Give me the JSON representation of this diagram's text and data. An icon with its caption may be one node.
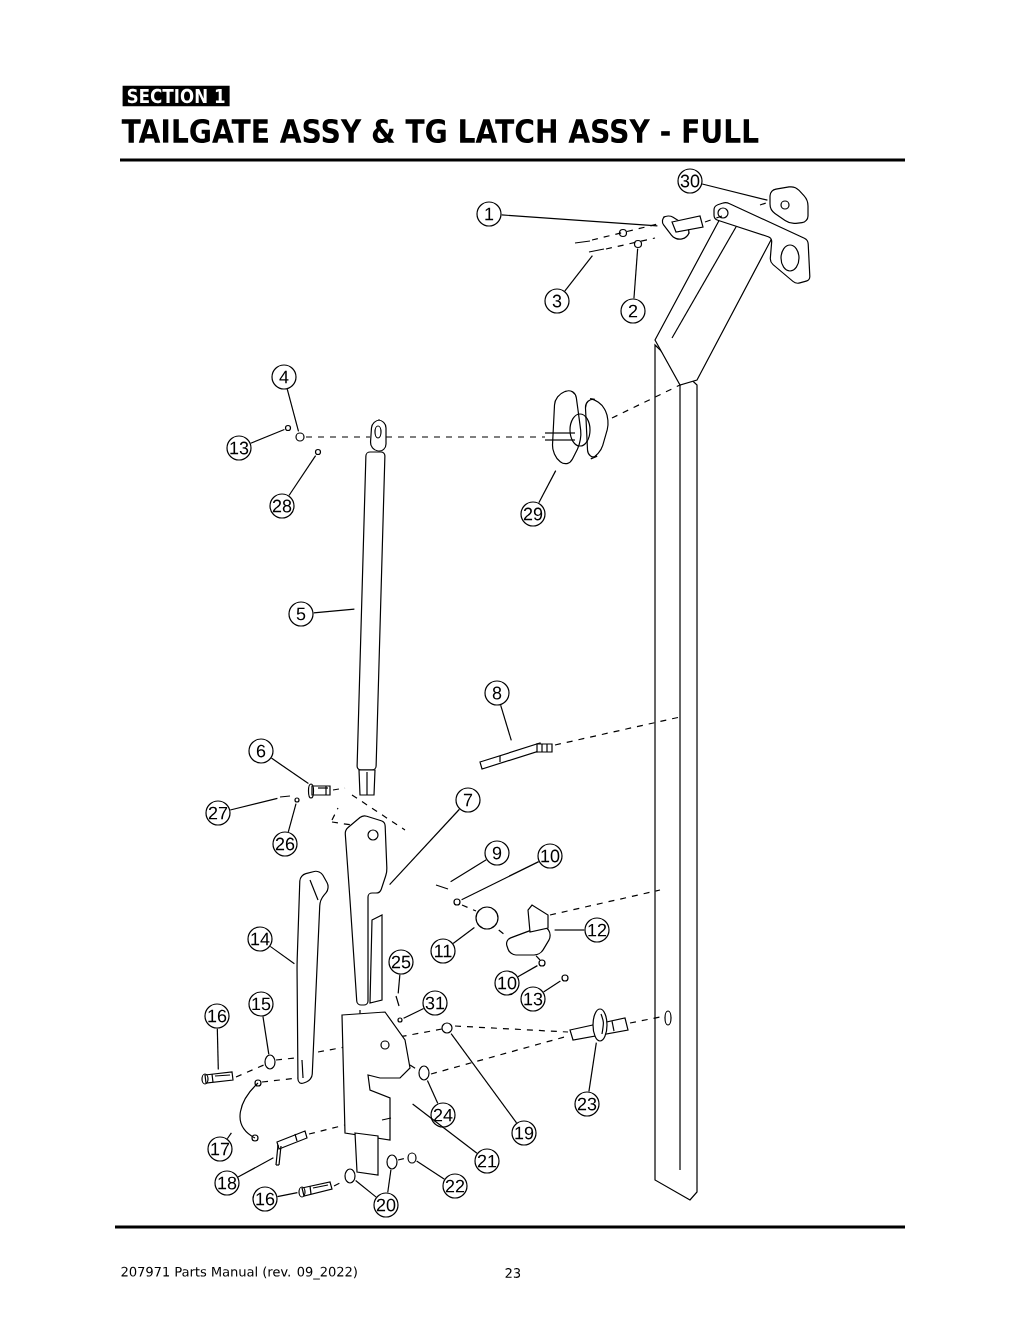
{
  "diagram": {
    "title": "TAILGATE ASSY & TG LATCH ASSY - FULL",
    "nodes": [
      {
        "text": [
          "30"
        ]
      },
      {
        "text": [
          "1"
        ]
      },
      {
        "text": [
          "3"
        ]
      },
      {
        "text": [
          "2"
        ]
      },
      {
        "text": [
          "4"
        ]
      },
      {
        "text": [
          "13"
        ]
      },
      {
        "text": [
          "28"
        ]
      },
      {
        "text": [
          "29"
        ]
      },
      {
        "text": [
          "5"
        ]
      },
      {
        "text": [
          "8"
        ]
      },
      {
        "text": [
          "6"
        ]
      },
      {
        "text": [
          "27"
        ]
      },
      {
        "text": [
          "7"
        ]
      },
      {
        "text": [
          "26"
        ]
      },
      {
        "text": [
          "9"
        ]
      },
      {
        "text": [
          "10"
        ]
      },
      {
        "text": [
          "14"
        ]
      },
      {
        "text": [
          "12"
        ]
      },
      {
        "text": [
          "25"
        ]
      },
      {
        "text": [
          "11"
        ]
      },
      {
        "text": [
          "10"
        ]
      },
      {
        "text": [
          "13"
        ]
      },
      {
        "text": [
          "15"
        ]
      },
      {
        "text": [
          "16"
        ]
      },
      {
        "text": [
          "31"
        ]
      },
      {
        "text": [
          "23"
        ]
      },
      {
        "text": [
          "24"
        ]
      },
      {
        "text": [
          "19"
        ]
      },
      {
        "text": [
          "17"
        ]
      },
      {
        "text": [
          "21"
        ]
      },
      {
        "text": [
          "18"
        ]
      },
      {
        "text": [
          "22"
        ]
      },
      {
        "text": [
          "16"
        ]
      },
      {
        "text": [
          "20"
        ]
      },
      {
        "text": [],
        "shape": "picture"
      },
      {
        "text": [],
        "shape": "picture"
      },
      {
        "text": [],
        "shape": "picture"
      },
      {
        "text": [],
        "shape": "picture"
      },
      {
        "text": [],
        "shape": "circle"
      },
      {
        "text": [],
        "shape": "picture"
      },
      {
        "text": [],
        "shape": "picture"
      },
      {
        "text": [],
        "shape": "picture"
      },
      {
        "text": [],
        "shape": "picture"
      },
      {
        "text": [],
        "shape": "picture"
      },
      {
        "text": [],
        "shape": "picture"
      },
      {
        "text": [],
        "shape": "picture"
      },
      {
        "text": [],
        "shape": "picture"
      },
      {
        "text": [],
        "shape": "circle"
      },
      {
        "text": [],
        "shape": "picture"
      },
      {
        "text": [],
        "shape": "picture"
      },
      {
        "text": [],
        "shape": "picture"
      },
      {
        "text": [],
        "shape": "picture"
      },
      {
        "text": [],
        "shape": "picture"
      },
      {
        "text": [],
        "shape": "circle"
      },
      {
        "text": [],
        "shape": "picture"
      },
      {
        "text": [],
        "shape": "picture"
      },
      {
        "text": [],
        "shape": "picture"
      },
      {
        "text": [],
        "shape": "picture"
      },
      {
        "text": [],
        "shape": "circle"
      },
      {
        "text": [],
        "shape": "picture"
      },
      {
        "text": [],
        "shape": "picture"
      },
      {
        "text": [],
        "shape": "picture"
      },
      {
        "text": [],
        "shape": "picture"
      },
      {
        "text": [],
        "shape": "picture"
      },
      {
        "text": [],
        "shape": "picture"
      },
      {
        "text": [],
        "shape": "picture"
      },
      {
        "text": [],
        "shape": "picture"
      },
      {
        "text": [],
        "shape": "picture"
      },
      {
        "text": [],
        "shape": "picture"
      }
    ],
    "edges": [
      {
        "from": 0,
        "to": 34,
        "arrow": "none"
      },
      {
        "from": 1,
        "to": 35,
        "arrow": "none"
      },
      {
        "from": 2,
        "to": 36,
        "arrow": "none"
      },
      {
        "from": 3,
        "to": 37,
        "arrow": "none"
      },
      {
        "from": 4,
        "to": 38,
        "arrow": "none"
      },
      {
        "from": 5,
        "to": 39,
        "arrow": "none"
      },
      {
        "from": 6,
        "to": 40,
        "arrow": "none"
      },
      {
        "from": 7,
        "to": 41,
        "arrow": "none"
      },
      {
        "from": 8,
        "to": 42,
        "arrow": "none"
      },
      {
        "from": 9,
        "to": 43,
        "arrow": "none"
      },
      {
        "from": 10,
        "to": 44,
        "arrow": "none"
      },
      {
        "from": 11,
        "to": 45,
        "arrow": "none"
      },
      {
        "from": 12,
        "to": 46,
        "arrow": "none"
      },
      {
        "from": 13,
        "to": 47,
        "arrow": "none"
      },
      {
        "from": 14,
        "to": 48,
        "arrow": "none"
      },
      {
        "from": 15,
        "to": 49,
        "arrow": "none"
      },
      {
        "from": 16,
        "to": 50,
        "arrow": "none"
      },
      {
        "from": 17,
        "to": 51,
        "arrow": "none"
      },
      {
        "from": 18,
        "to": 52,
        "arrow": "none"
      },
      {
        "from": 19,
        "to": 53,
        "arrow": "none"
      },
      {
        "from": 20,
        "to": 54,
        "arrow": "none"
      },
      {
        "from": 21,
        "to": 55,
        "arrow": "none"
      },
      {
        "from": 22,
        "to": 56,
        "arrow": "none"
      },
      {
        "from": 23,
        "to": 57,
        "arrow": "none"
      },
      {
        "from": 24,
        "to": 58,
        "arrow": "none"
      },
      {
        "from": 25,
        "to": 59,
        "arrow": "none"
      },
      {
        "from": 26,
        "to": 60,
        "arrow": "none"
      },
      {
        "from": 27,
        "to": 61,
        "arrow": "none"
      },
      {
        "from": 28,
        "to": 62,
        "arrow": "none"
      },
      {
        "from": 29,
        "to": 63,
        "arrow": "none"
      },
      {
        "from": 30,
        "to": 64,
        "arrow": "none"
      },
      {
        "from": 31,
        "to": 65,
        "arrow": "none"
      },
      {
        "from": 32,
        "to": 66,
        "arrow": "none"
      },
      {
        "from": 33,
        "to": 67,
        "arrow": "none"
      },
      {
        "from": 33,
        "to": 68,
        "arrow": "none"
      }
    ],
    "labels": [
      "SECTION  1",
      "207971 Parts Manual (rev. 09_2022)",
      "23"
    ]
  }
}
